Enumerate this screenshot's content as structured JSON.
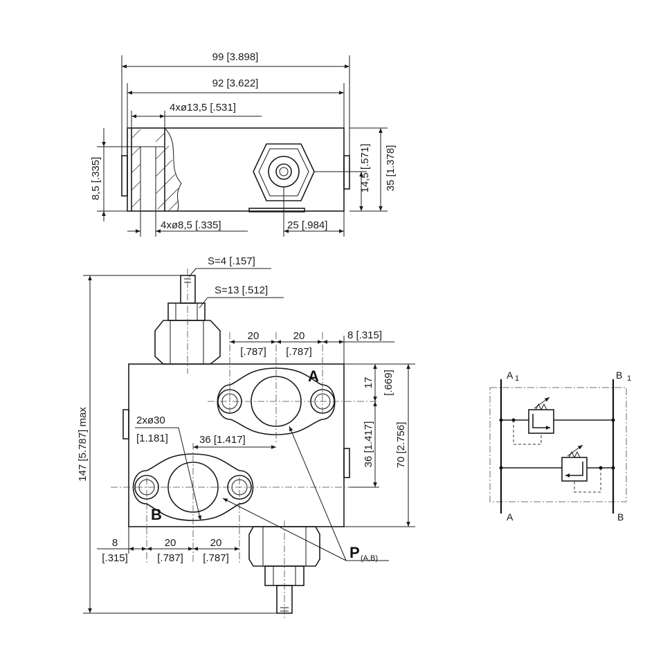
{
  "top_view": {
    "dim_overall": "99 [3.898]",
    "dim_holes": "92 [3.622]",
    "dim_counterbore": "4xø13,5 [.531]",
    "dim_hole_dia": "4xø8,5 [.335]",
    "dim_left_height": "8,5 [.335]",
    "dim_port_height": "14,5 [.571]",
    "dim_total_height": "35 [1.378]",
    "dim_port_offset": "25 [.984]"
  },
  "front_view": {
    "hex_small": "S=4 [.157]",
    "hex_large": "S=13 [.512]",
    "dim_a_left": "20",
    "dim_a_left_in": "[.787]",
    "dim_a_right": "20",
    "dim_a_right_in": "[.787]",
    "dim_edge_right": "8 [.315]",
    "dim_17": "17",
    "dim_17_in": "[.669]",
    "dim_port_dia_1": "2xø30",
    "dim_port_dia_2": "[1.181]",
    "dim_36_h": "36 [1.417]",
    "dim_36_v": "36 [1.417]",
    "dim_70": "70 [2.756]",
    "dim_147": "147 [5.787] max",
    "dim_b_edge": "8",
    "dim_b_edge_in": "[.315]",
    "dim_b_mid": "20",
    "dim_b_mid_in": "[.787]",
    "dim_b_right": "20",
    "dim_b_right_in": "[.787]",
    "port_a": "A",
    "port_b": "B",
    "port_p": "P",
    "port_p_sub": "(A,B)"
  },
  "schematic": {
    "label_a1": "A",
    "label_a1_sub": "1",
    "label_b1": "B",
    "label_b1_sub": "1",
    "label_a": "A",
    "label_b": "B"
  }
}
